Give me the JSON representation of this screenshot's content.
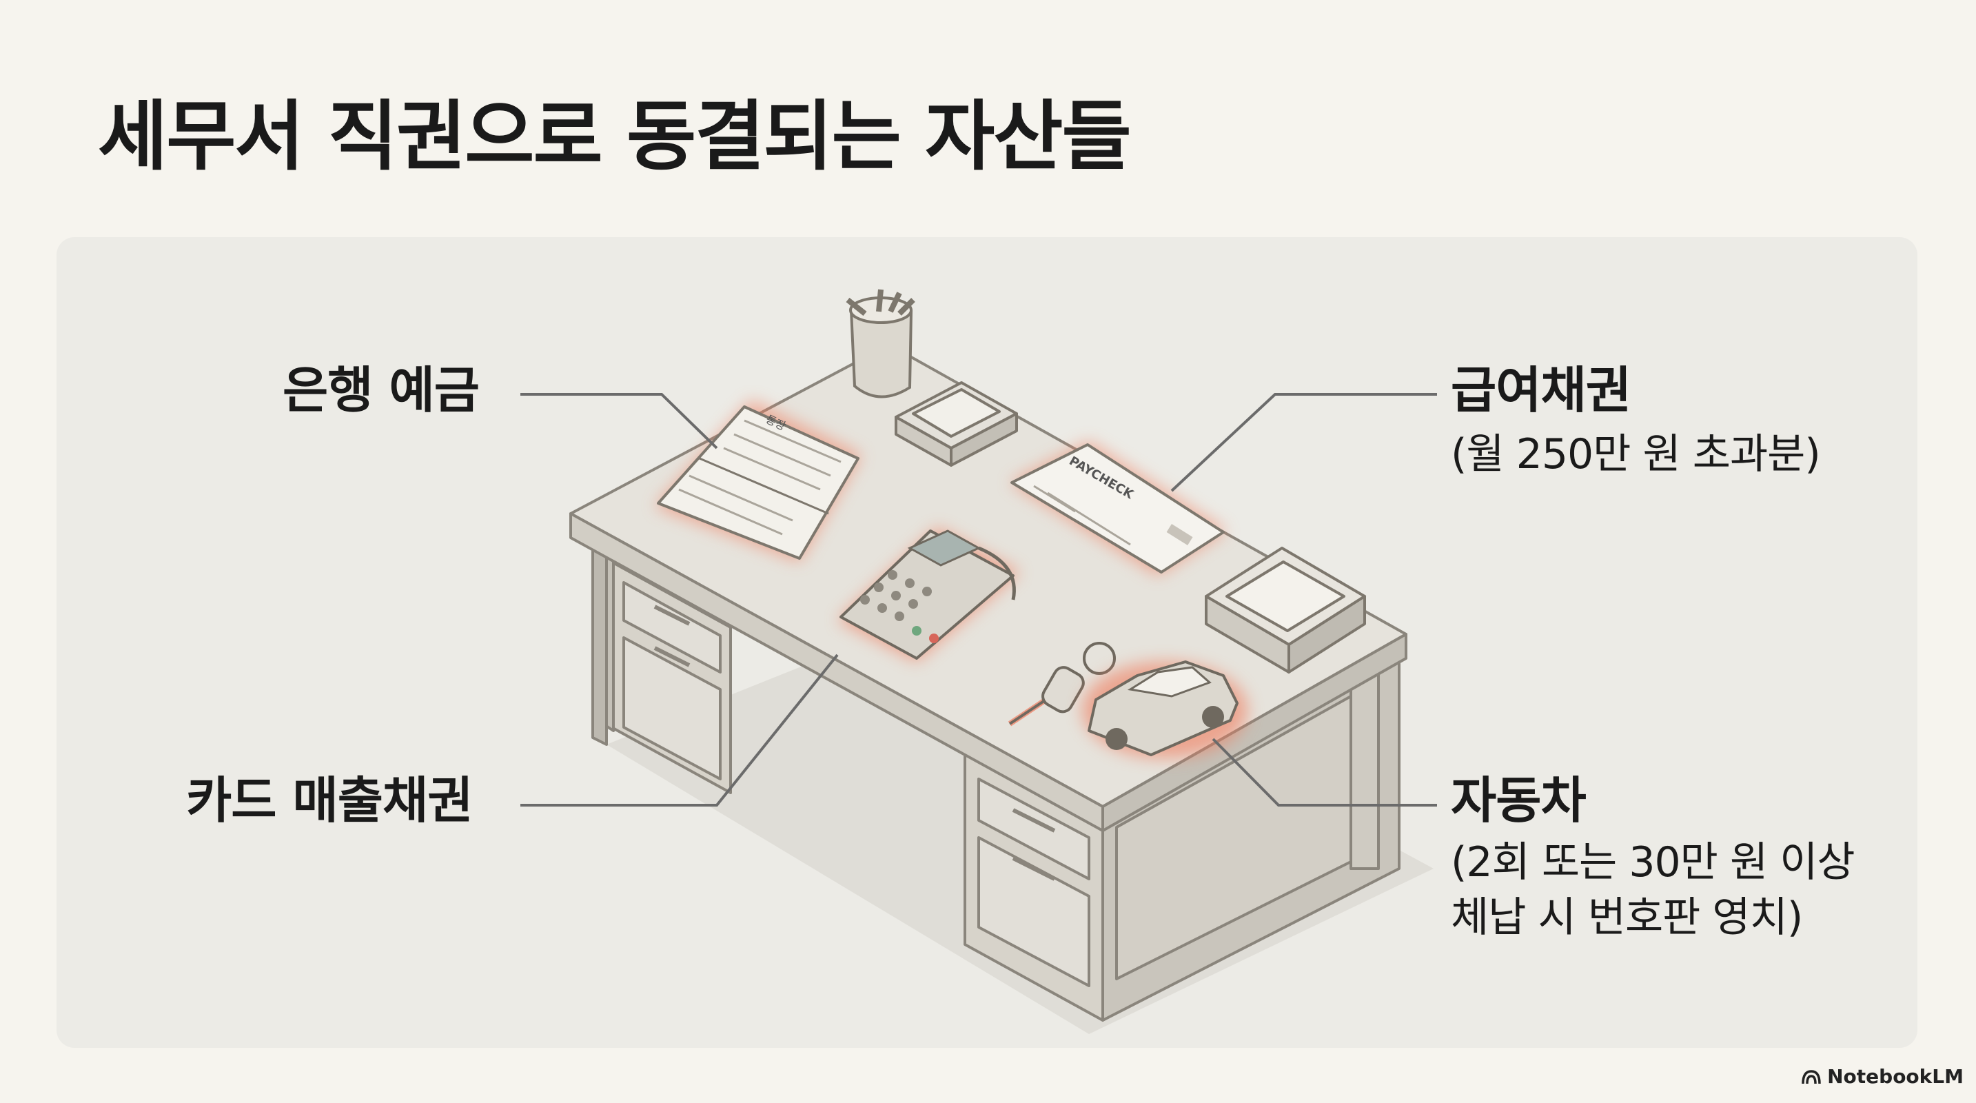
{
  "title": "세무서 직권으로 동결되는 자산들",
  "labels": {
    "bank_deposit": "은행 예금",
    "salary_claim": "급여채권",
    "salary_note": "(월 250만 원 초과분)",
    "card_receivables": "카드 매출채권",
    "car": "자동차",
    "car_note_line1": "(2회 또는 30만 원 이상",
    "car_note_line2": "체납 시 번호판 영치)"
  },
  "objects": {
    "passbook_text": "통장",
    "paycheck_text": "PAYCHECK"
  },
  "brand": "NotebookLM",
  "colors": {
    "highlight": "#f07a5c",
    "desk_top": "#e4e1da",
    "desk_side": "#cfcbc2",
    "line": "#6b6b6b"
  }
}
